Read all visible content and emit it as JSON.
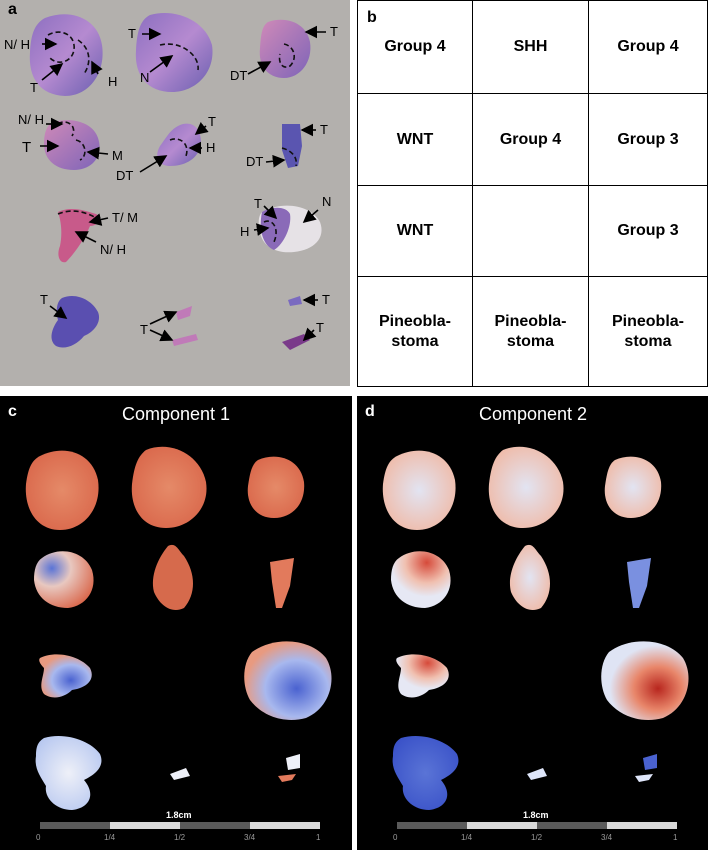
{
  "panels": {
    "a": {
      "label": "a"
    },
    "b": {
      "label": "b"
    },
    "c": {
      "label": "c",
      "title": "Component 1"
    },
    "d": {
      "label": "d",
      "title": "Component 2"
    }
  },
  "annotations": {
    "nh": "N/ H",
    "t": "T",
    "h": "H",
    "n": "N",
    "dt": "DT",
    "m": "M",
    "tm": "T/ M"
  },
  "grid": [
    [
      "Group 4",
      "SHH",
      "Group 4"
    ],
    [
      "WNT",
      "Group 4",
      "Group 3"
    ],
    [
      "WNT",
      "",
      "Group 3"
    ],
    [
      "Pineoblastoma",
      "Pineoblastoma",
      "Pineoblastoma"
    ]
  ],
  "grid_display": [
    [
      "Group 4",
      "SHH",
      "Group 4"
    ],
    [
      "WNT",
      "Group 4",
      "Group 3"
    ],
    [
      "WNT",
      "",
      "Group 3"
    ],
    [
      "Pineobla-\nstoma",
      "Pineobla-\nstoma",
      "Pineobla-\nstoma"
    ]
  ],
  "scale_bar": {
    "length_label": "1.8cm",
    "ticks": [
      "0",
      "1/4",
      "1/2",
      "3/4",
      "1"
    ]
  },
  "colors": {
    "he_pink": "#c07ab8",
    "he_purple": "#6a5fb0",
    "warm": "#d66a4c",
    "cool": "#5a74d6",
    "neutral": "#e8e4ee"
  }
}
